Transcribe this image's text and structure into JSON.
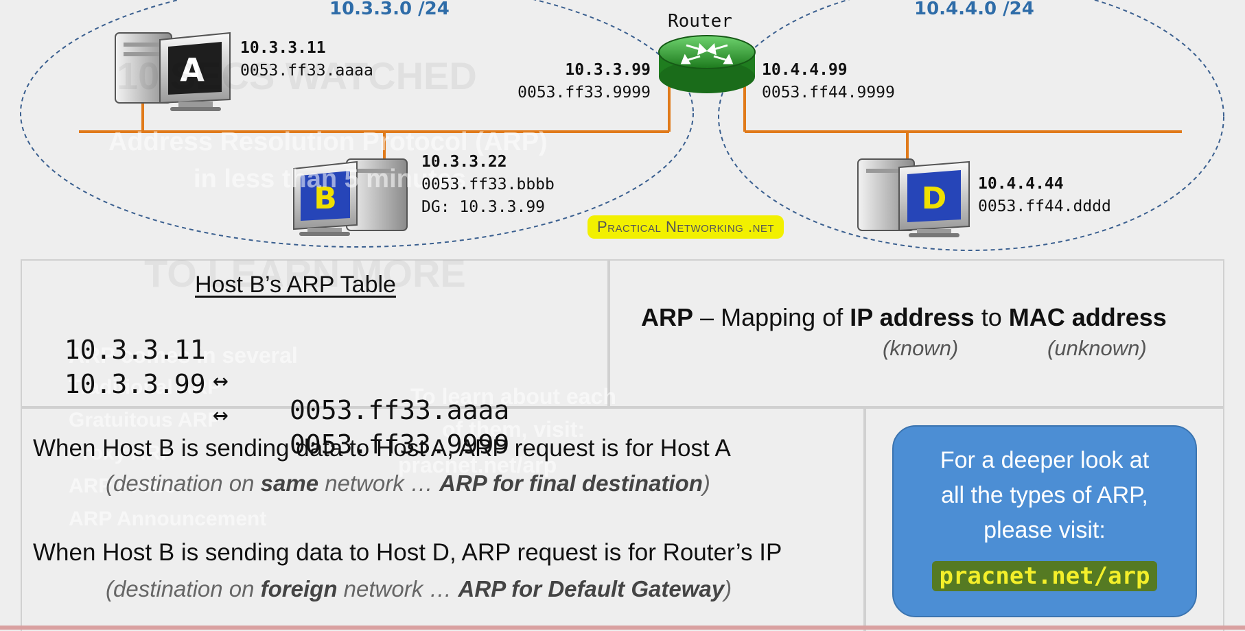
{
  "networks": [
    {
      "label": "10.3.3.0 /24"
    },
    {
      "label": "10.4.4.0 /24"
    }
  ],
  "router": {
    "label": "Router"
  },
  "hosts": {
    "a": {
      "letter": "A",
      "ip": "10.3.3.11",
      "mac": "0053.ff33.aaaa"
    },
    "b": {
      "letter": "B",
      "ip": "10.3.3.22",
      "mac": "0053.ff33.bbbb",
      "dg": "DG: 10.3.3.99"
    },
    "d": {
      "letter": "D",
      "ip": "10.4.4.44",
      "mac": "0053.ff44.dddd"
    }
  },
  "router_ifaces": {
    "left": {
      "ip": "10.3.3.99",
      "mac": "0053.ff33.9999"
    },
    "right": {
      "ip": "10.4.4.99",
      "mac": "0053.ff44.9999"
    }
  },
  "watermark": "Practical Networking .net",
  "arp_table": {
    "title": "Host B’s ARP Table",
    "rows": [
      {
        "ip": "10.3.3.11",
        "arrow": "↔",
        "mac": "0053.ff33.aaaa"
      },
      {
        "ip": "10.3.3.99",
        "arrow": "↔",
        "mac": "0053.ff33.9999"
      }
    ]
  },
  "definition": {
    "term": "ARP",
    "dash": "–",
    "mapping_of": "Mapping of",
    "ip": "IP address",
    "to": "to",
    "mac": "MAC address",
    "known": "(known)",
    "unknown": "(unknown)"
  },
  "explanations": [
    {
      "main": "When Host B is sending data to Host A, ARP request is for Host A",
      "open": "(destination on ",
      "kw": "same",
      "mid": " network … ",
      "rule": "ARP for final destination",
      "close": ")"
    },
    {
      "main": "When Host B is sending data to Host D, ARP request is for Router’s IP",
      "open": "(destination on ",
      "kw": "foreign",
      "mid": " network … ",
      "rule": "ARP for Default Gateway",
      "close": ")"
    }
  ],
  "callout": {
    "line1": "For a deeper look at",
    "line2": "all the types of ARP,",
    "line3": "please visit:",
    "url": "pracnet.net/arp"
  },
  "background_ghost": {
    "watched": "10 SECS WATCHED",
    "arp_title_1": "Address Resolution Protocol (ARP)",
    "arp_title_2": "in less than 5 minutes",
    "learn_more": "TO LEARN MORE",
    "types_header": "ARP comes in several",
    "types": [
      "Traditional ARP",
      "Gratuitous ARP",
      "Proxy ARP",
      "ARP Probe",
      "ARP Announcement"
    ],
    "learn_each_1": "To learn about each",
    "learn_each_2": "of them, visit:",
    "learn_each_url": "pracnet.net/arp"
  },
  "colors": {
    "ellipse": "#3a5f8f",
    "link": "#e07a1a",
    "router": "#2e9a2e",
    "net_label": "#2e6ca8",
    "callout": "#4c8ed4",
    "highlight": "#f2f000"
  }
}
